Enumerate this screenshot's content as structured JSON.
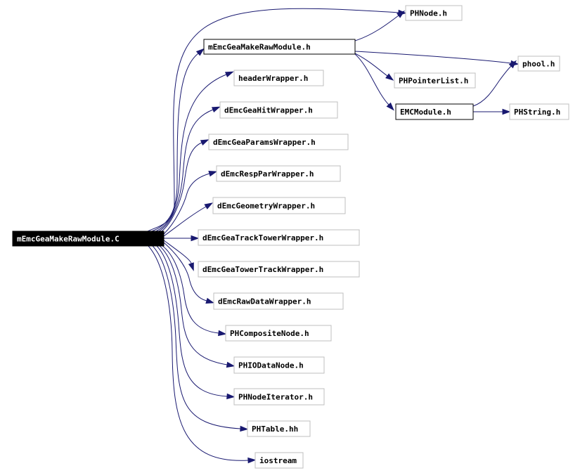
{
  "colors": {
    "edge": "#191970",
    "node_border": "#bfbfbf",
    "node_border_strong": "#000000",
    "root_fill": "#000000",
    "root_text": "#ffffff",
    "text": "#000000"
  },
  "nodes": [
    {
      "id": "root",
      "label": "mEmcGeaMakeRawModule.C",
      "style": "root"
    },
    {
      "id": "phnode",
      "label": "PHNode.h",
      "style": "plain"
    },
    {
      "id": "mgmrm_h",
      "label": "mEmcGeaMakeRawModule.h",
      "style": "strong"
    },
    {
      "id": "phool",
      "label": "phool.h",
      "style": "plain"
    },
    {
      "id": "phptr",
      "label": "PHPointerList.h",
      "style": "plain"
    },
    {
      "id": "emcmod",
      "label": "EMCModule.h",
      "style": "strong"
    },
    {
      "id": "phstring",
      "label": "PHString.h",
      "style": "plain"
    },
    {
      "id": "hdrw",
      "label": "headerWrapper.h",
      "style": "plain"
    },
    {
      "id": "hitw",
      "label": "dEmcGeaHitWrapper.h",
      "style": "plain"
    },
    {
      "id": "parw",
      "label": "dEmcGeaParamsWrapper.h",
      "style": "plain"
    },
    {
      "id": "respw",
      "label": "dEmcRespParWrapper.h",
      "style": "plain"
    },
    {
      "id": "geomw",
      "label": "dEmcGeometryWrapper.h",
      "style": "plain"
    },
    {
      "id": "ttw",
      "label": "dEmcGeaTrackTowerWrapper.h",
      "style": "plain"
    },
    {
      "id": "tw2",
      "label": "dEmcGeaTowerTrackWrapper.h",
      "style": "plain"
    },
    {
      "id": "raww",
      "label": "dEmcRawDataWrapper.h",
      "style": "plain"
    },
    {
      "id": "phcomp",
      "label": "PHCompositeNode.h",
      "style": "plain"
    },
    {
      "id": "phio",
      "label": "PHIODataNode.h",
      "style": "plain"
    },
    {
      "id": "phiter",
      "label": "PHNodeIterator.h",
      "style": "plain"
    },
    {
      "id": "phtable",
      "label": "PHTable.hh",
      "style": "plain"
    },
    {
      "id": "iostream",
      "label": "iostream",
      "style": "plain"
    }
  ],
  "edges": [
    {
      "from": "root",
      "to": "phnode"
    },
    {
      "from": "root",
      "to": "mgmrm_h"
    },
    {
      "from": "root",
      "to": "hdrw"
    },
    {
      "from": "root",
      "to": "hitw"
    },
    {
      "from": "root",
      "to": "parw"
    },
    {
      "from": "root",
      "to": "respw"
    },
    {
      "from": "root",
      "to": "geomw"
    },
    {
      "from": "root",
      "to": "ttw"
    },
    {
      "from": "root",
      "to": "tw2"
    },
    {
      "from": "root",
      "to": "raww"
    },
    {
      "from": "root",
      "to": "phcomp"
    },
    {
      "from": "root",
      "to": "phio"
    },
    {
      "from": "root",
      "to": "phiter"
    },
    {
      "from": "root",
      "to": "phtable"
    },
    {
      "from": "root",
      "to": "iostream"
    },
    {
      "from": "mgmrm_h",
      "to": "phnode"
    },
    {
      "from": "mgmrm_h",
      "to": "phool"
    },
    {
      "from": "mgmrm_h",
      "to": "phptr"
    },
    {
      "from": "mgmrm_h",
      "to": "emcmod"
    },
    {
      "from": "emcmod",
      "to": "phool"
    },
    {
      "from": "emcmod",
      "to": "phstring"
    }
  ]
}
